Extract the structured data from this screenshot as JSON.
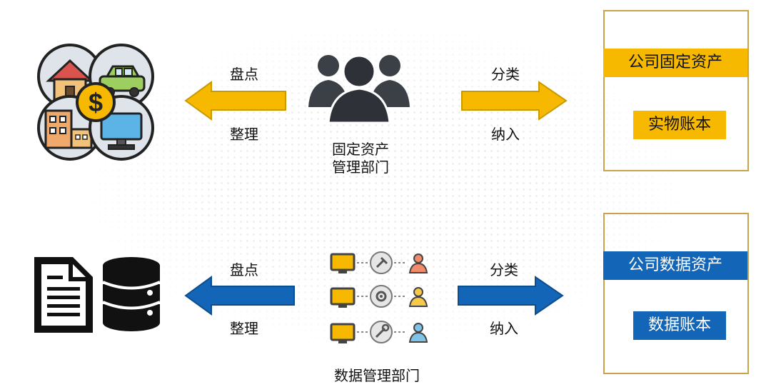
{
  "top": {
    "left_arrow": {
      "top_label": "盘点",
      "bottom_label": "整理"
    },
    "department": {
      "line1": "固定资产",
      "line2": "管理部门"
    },
    "right_arrow": {
      "top_label": "分类",
      "bottom_label": "纳入"
    },
    "box": {
      "title": "公司固定资产",
      "subtitle": "实物账本"
    },
    "accent_color": "#f7b800"
  },
  "bottom": {
    "left_arrow": {
      "top_label": "盘点",
      "bottom_label": "整理"
    },
    "department": {
      "line1": "数据管理部门"
    },
    "right_arrow": {
      "top_label": "分类",
      "bottom_label": "纳入"
    },
    "box": {
      "title": "公司数据资产",
      "subtitle": "数据账本"
    },
    "accent_color": "#1366b7"
  },
  "icons": {
    "top_left": "physical-assets-icon",
    "top_center": "people-group-icon",
    "bottom_left": [
      "document-icon",
      "database-icon"
    ],
    "bottom_center": [
      "computer-hammer-user-icon",
      "computer-gear-user-icon",
      "computer-wrench-user-icon"
    ]
  }
}
